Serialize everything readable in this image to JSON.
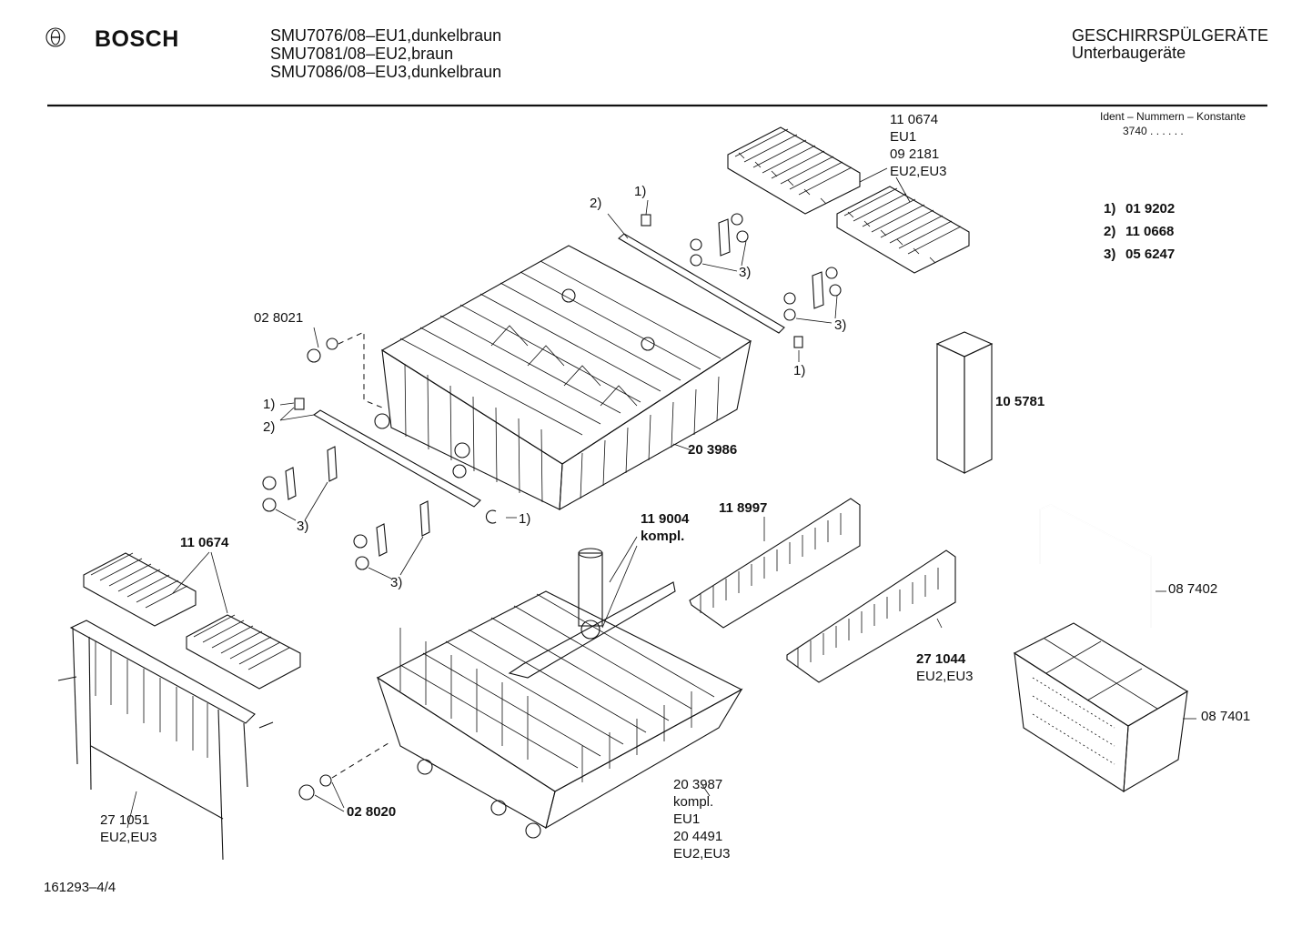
{
  "header": {
    "brand": "BOSCH",
    "models": [
      "SMU7076/08–EU1,dunkelbraun",
      "SMU7081/08–EU2,braun",
      "SMU7086/08–EU3,dunkelbraun"
    ],
    "category": "GESCHIRRSPÜLGERÄTE",
    "subcategory": "Unterbaugeräte"
  },
  "ident": {
    "title": "Ident – Nummern – Konstante",
    "value": "3740 .  .  .  .  .  ."
  },
  "key_parts": [
    {
      "ref": "1)",
      "number": "01 9202"
    },
    {
      "ref": "2)",
      "number": "11 0668"
    },
    {
      "ref": "3)",
      "number": "05 6247"
    }
  ],
  "callouts": {
    "top_tray": [
      "11 0674",
      "EU1",
      "09 2181",
      "EU2,EU3"
    ],
    "ref1": "1)",
    "ref2": "2)",
    "ref3": "3)",
    "top_wheel": "02 8021",
    "upper_basket": "20 3986",
    "cutlery_box": "10 5781",
    "spray_arm": [
      "11 9004",
      "kompl."
    ],
    "rack_insert_a": "11 8997",
    "rack_insert_b": [
      "27 1044",
      "EU2,EU3"
    ],
    "left_tray": "11 0674",
    "left_frame": [
      "27 1051",
      "EU2,EU3"
    ],
    "lower_basket": [
      "20 3987",
      "kompl.",
      "EU1",
      "20 4491",
      "EU2,EU3"
    ],
    "lower_wheel": "02 8020",
    "handle": "08 7402",
    "cutlery_basket": "08 7401"
  },
  "footer": {
    "drawing_no": "161293–4/4"
  }
}
